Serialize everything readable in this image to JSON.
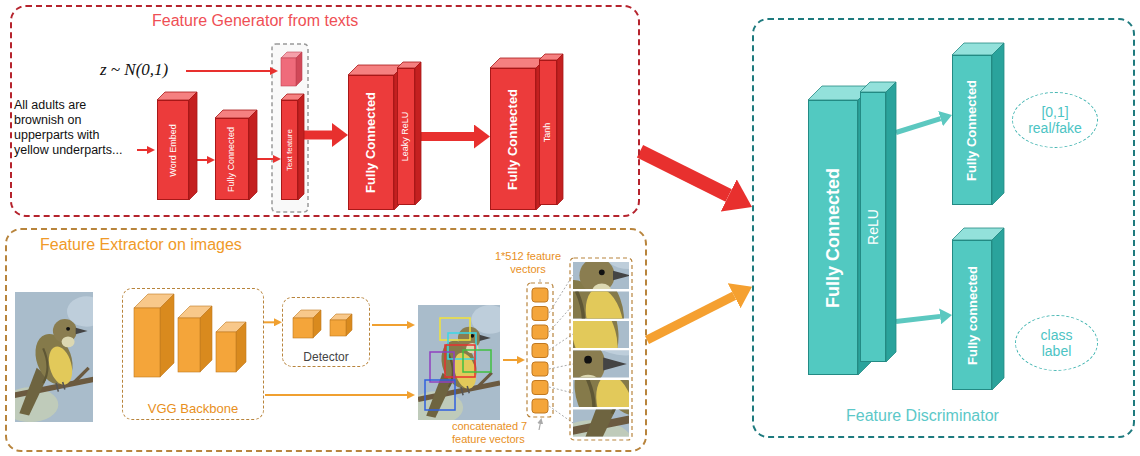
{
  "diagram": {
    "nodes": [
      {
        "text": [
          "Feature Generator from texts"
        ]
      },
      {
        "text": [
          "Word Embed"
        ],
        "in": 0
      },
      {
        "text": [
          "Fully Connected"
        ],
        "in": 0
      },
      {
        "text": [
          "Text feature"
        ],
        "in": 0
      },
      {
        "text": [
          "Fully Connected"
        ],
        "in": 0
      },
      {
        "text": [
          "Leaky ReLU"
        ],
        "in": 0
      },
      {
        "text": [
          "Fully Connected"
        ],
        "in": 0
      },
      {
        "text": [
          "Tanh"
        ],
        "in": 0
      },
      {
        "text": [
          "Feature Extractor on images"
        ]
      },
      {
        "text": [
          "VGG Backbone"
        ],
        "in": 8
      },
      {
        "text": [
          "Detector"
        ],
        "in": 8
      },
      {
        "text": [
          "Feature Discriminator"
        ]
      },
      {
        "text": [
          "Fully Connected"
        ],
        "in": 11
      },
      {
        "text": [
          "ReLU"
        ],
        "in": 11
      },
      {
        "text": [
          "Fully Connected"
        ],
        "in": 11
      },
      {
        "text": [
          "[0,1] real/fake"
        ],
        "in": 11
      },
      {
        "text": [
          "Fully connected"
        ],
        "in": 11
      },
      {
        "text": [
          "class label"
        ],
        "in": 11
      }
    ],
    "edges": [
      {
        "from": 1,
        "to": 2,
        "arrow": "to"
      },
      {
        "from": 2,
        "to": 3,
        "arrow": "to"
      },
      {
        "from": 3,
        "to": 4,
        "arrow": "to"
      },
      {
        "from": 5,
        "to": 6,
        "arrow": "to"
      },
      {
        "from": 0,
        "to": 11,
        "arrow": "to"
      },
      {
        "from": 8,
        "to": 11,
        "arrow": "to"
      },
      {
        "from": 9,
        "to": 10,
        "arrow": "to"
      },
      {
        "from": 13,
        "to": 14,
        "arrow": "to"
      },
      {
        "from": 13,
        "to": 16,
        "arrow": "to"
      }
    ],
    "labels": [
      "All adults are brownish on upperparts with yellow underparts...",
      "z ~ N(0,1)",
      "1*512 feature vectors",
      "concatenated 7 feature vectors"
    ]
  }
}
